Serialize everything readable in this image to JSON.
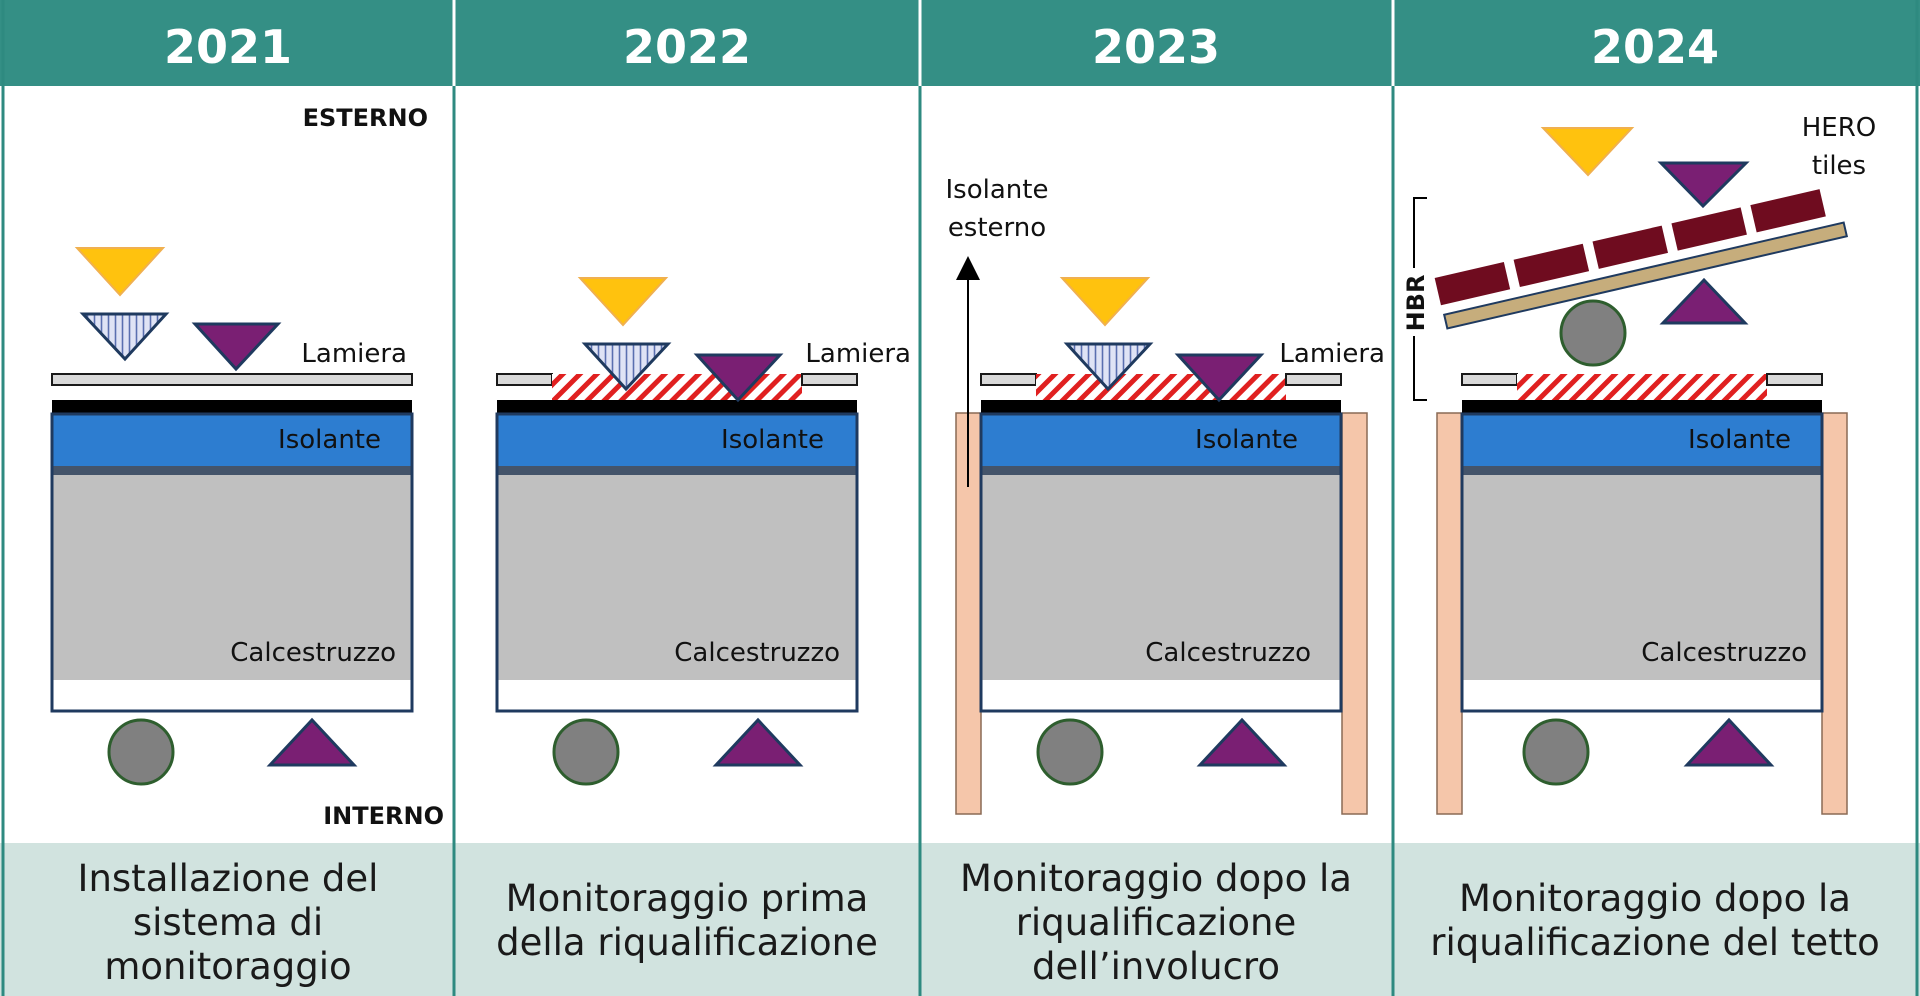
{
  "columns": [
    {
      "year": "2021",
      "caption": [
        "Installazione del",
        "sistema di",
        "monitoraggio"
      ]
    },
    {
      "year": "2022",
      "caption": [
        "Monitoraggio prima",
        "della riqualificazione"
      ]
    },
    {
      "year": "2023",
      "caption": [
        "Monitoraggio dopo la",
        "riqualificazione",
        "dell’involucro"
      ]
    },
    {
      "year": "2024",
      "caption": [
        "Monitoraggio dopo la",
        "riqualificazione del tetto"
      ]
    }
  ],
  "labels": {
    "esterno": "ESTERNO",
    "interno": "INTERNO",
    "lamiera": "Lamiera",
    "isolante": "Isolante",
    "calcestruzzo": "Calcestruzzo",
    "isolante_esterno": [
      "Isolante",
      "esterno"
    ],
    "hero_tiles": [
      "HERO",
      "tiles"
    ],
    "hbr": "HBR"
  },
  "colors": {
    "header_teal": "#348f85",
    "caption_bg": "#d1e3df",
    "insulation_blue": "#2d7dd0",
    "concrete_grey": "#c0c0c0",
    "ext_insulation_peach": "#f5c6aa",
    "tile_maroon": "#6f0c1f",
    "purple_sensor": "#7a1f73",
    "yellow_sensor": "#ffc20e",
    "grey_sensor": "#808080",
    "hatch_red": "#e02020"
  }
}
